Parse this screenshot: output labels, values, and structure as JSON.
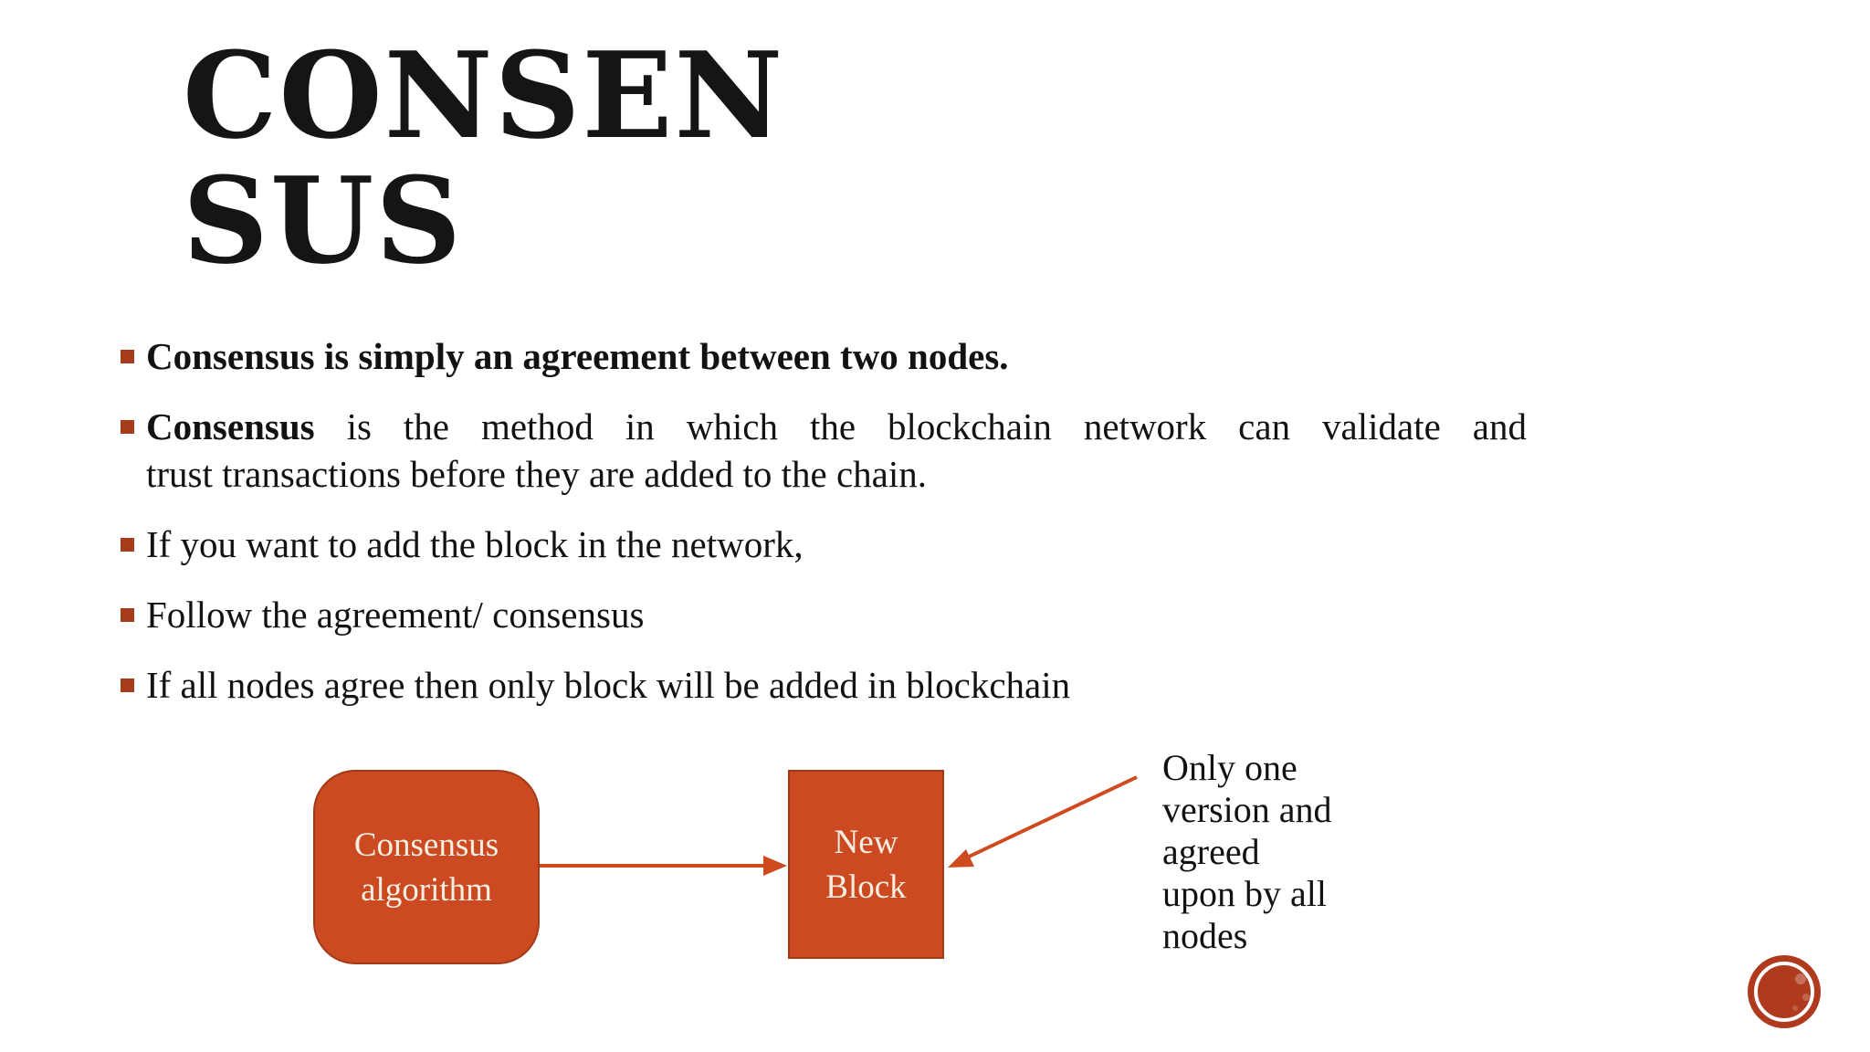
{
  "slide": {
    "title": {
      "lines": [
        "CONSEN",
        "SUS"
      ]
    },
    "bullets": [
      {
        "bold": "Consensus is simply an agreement between two nodes.",
        "rest": ""
      },
      {
        "bold": "Consensus",
        "rest": " is the method in which the blockchain network can validate and",
        "line2": "trust transactions before they are added to the chain."
      },
      {
        "bold": "",
        "rest": "If you want to add the block in the network,"
      },
      {
        "bold": "",
        "rest": "Follow the agreement/ consensus"
      },
      {
        "bold": "",
        "rest": "If all nodes agree then only block will be added in blockchain"
      }
    ],
    "diagram": {
      "consensus_box": {
        "line1": "Consensus",
        "line2": "algorithm"
      },
      "new_block_box": {
        "line1": "New",
        "line2": "Block"
      },
      "annotation": {
        "lines": [
          "Only one",
          "version and",
          "agreed",
          "upon by all",
          "nodes"
        ]
      }
    },
    "colors": {
      "accent": "#CB4A22",
      "arrow": "#CE4B1F",
      "bullet_marker": "#A63C1C",
      "badge": "#B03A1E",
      "badge_ring": "#FFFFFF",
      "title_text": "#151515",
      "body_text": "#121212",
      "box_text": "#F6EFE1"
    }
  }
}
